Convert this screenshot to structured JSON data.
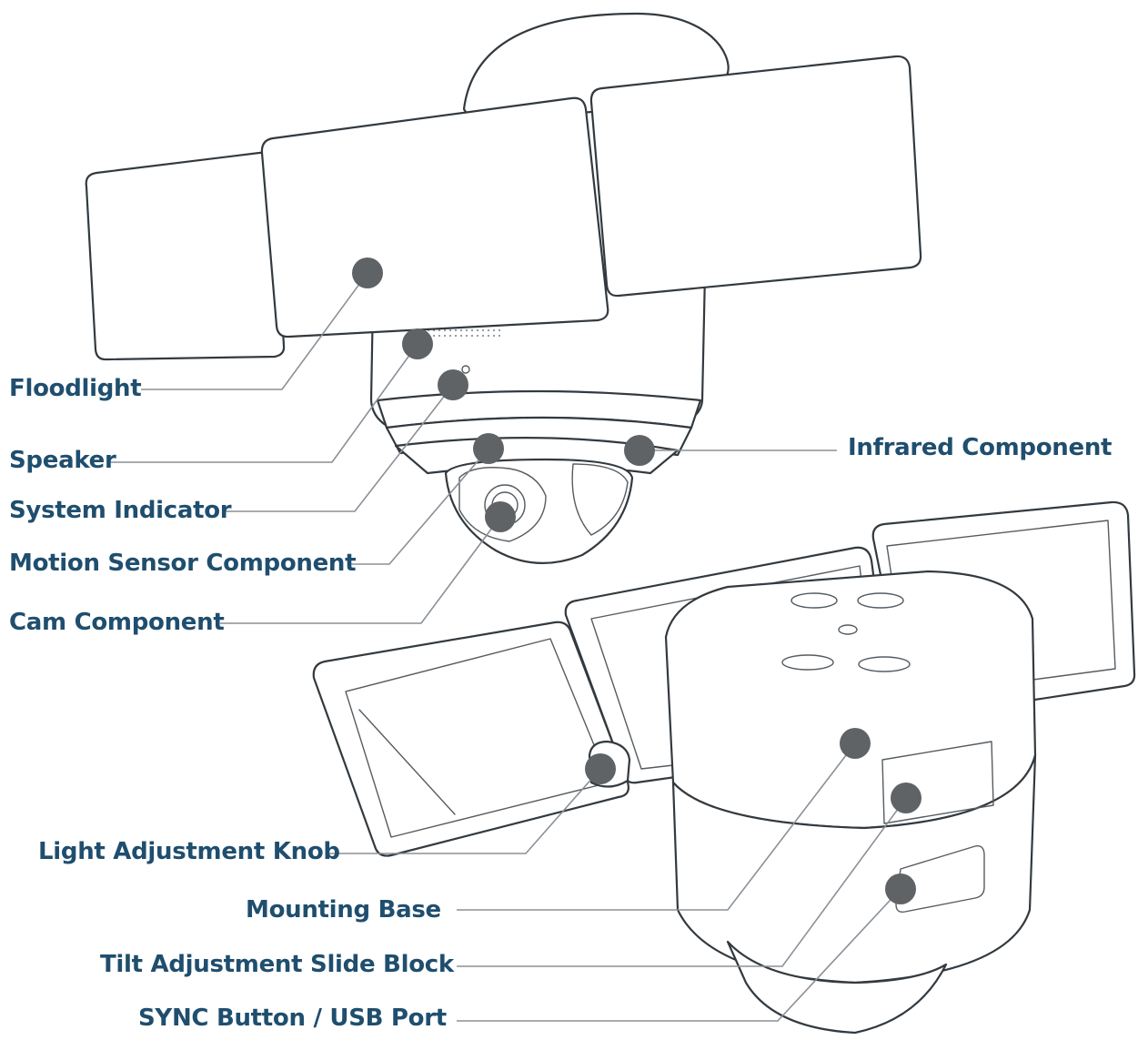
{
  "labels": {
    "floodlight": "Floodlight",
    "speaker": "Speaker",
    "system_indicator": "System Indicator",
    "motion_sensor": "Motion Sensor Component",
    "cam": "Cam Component",
    "infrared": "Infrared Component",
    "light_knob": "Light Adjustment Knob",
    "mounting_base": "Mounting Base",
    "tilt_block": "Tilt Adjustment Slide Block",
    "sync_usb": "SYNC Button / USB Port"
  },
  "colors": {
    "label_text": "#1f4e6e",
    "marker": "#5f6366",
    "leader_line": "#8a9096",
    "outline": "#333a3f"
  }
}
